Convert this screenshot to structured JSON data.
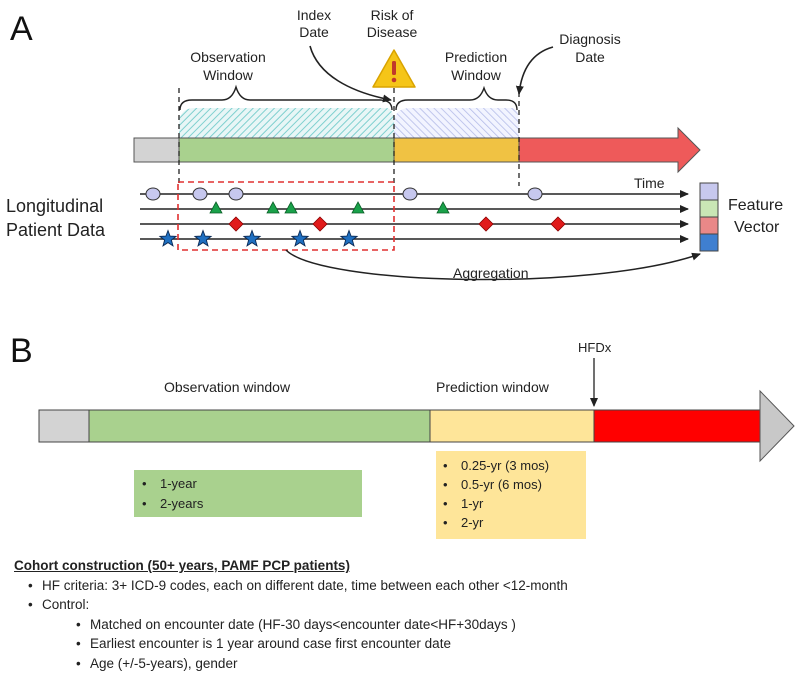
{
  "panel_a": {
    "label": "A",
    "index_date": [
      "Index",
      "Date"
    ],
    "risk_of_disease": [
      "Risk of",
      "Disease"
    ],
    "observation_window": [
      "Observation",
      "Window"
    ],
    "prediction_window": [
      "Prediction",
      "Window"
    ],
    "diagnosis_date": [
      "Diagnosis",
      "Date"
    ],
    "time": "Time",
    "longitudinal": [
      "Longitudinal",
      "Patient Data"
    ],
    "feature_vector": [
      "Feature",
      "Vector"
    ],
    "aggregation": "Aggregation",
    "warning_icon": "warning-icon",
    "colors": {
      "pre_segment": "#d3d3d3",
      "observation": "#a9d18e",
      "prediction": "#f0c243",
      "post_diagnosis": "#ee5a5a",
      "circle": "#c7c8ee",
      "triangle": "#1aa14a",
      "diamond": "#e11b1b",
      "star": "#1f6fc0",
      "feature_vector": [
        "#c7c8ee",
        "#c9e6b5",
        "#e98888",
        "#3f7fd0"
      ]
    }
  },
  "panel_b": {
    "label": "B",
    "observation_window": "Observation window",
    "prediction_window": "Prediction window",
    "hfdx": "HFDx",
    "observation_options": [
      "1-year",
      "2-years"
    ],
    "prediction_options": [
      "0.25-yr (3 mos)",
      "0.5-yr (6 mos)",
      "1-yr",
      "2-yr"
    ],
    "colors": {
      "pre_segment": "#d3d3d3",
      "observation": "#a9d18e",
      "prediction": "#fee599",
      "post_diagnosis": "#ff0000",
      "arrow_head": "#c8c8c8"
    }
  },
  "cohort": {
    "title": "Cohort construction (50+ years, PAMF PCP patients)",
    "hf_criteria": "HF criteria: 3+ ICD-9 codes, each on different date, time between each other <12-month",
    "control_label": "Control:",
    "control_items": [
      "Matched on encounter date (HF-30 days<encounter date<HF+30days )",
      "Earliest encounter is 1 year around case first encounter date",
      "Age (+/-5-years), gender"
    ]
  }
}
